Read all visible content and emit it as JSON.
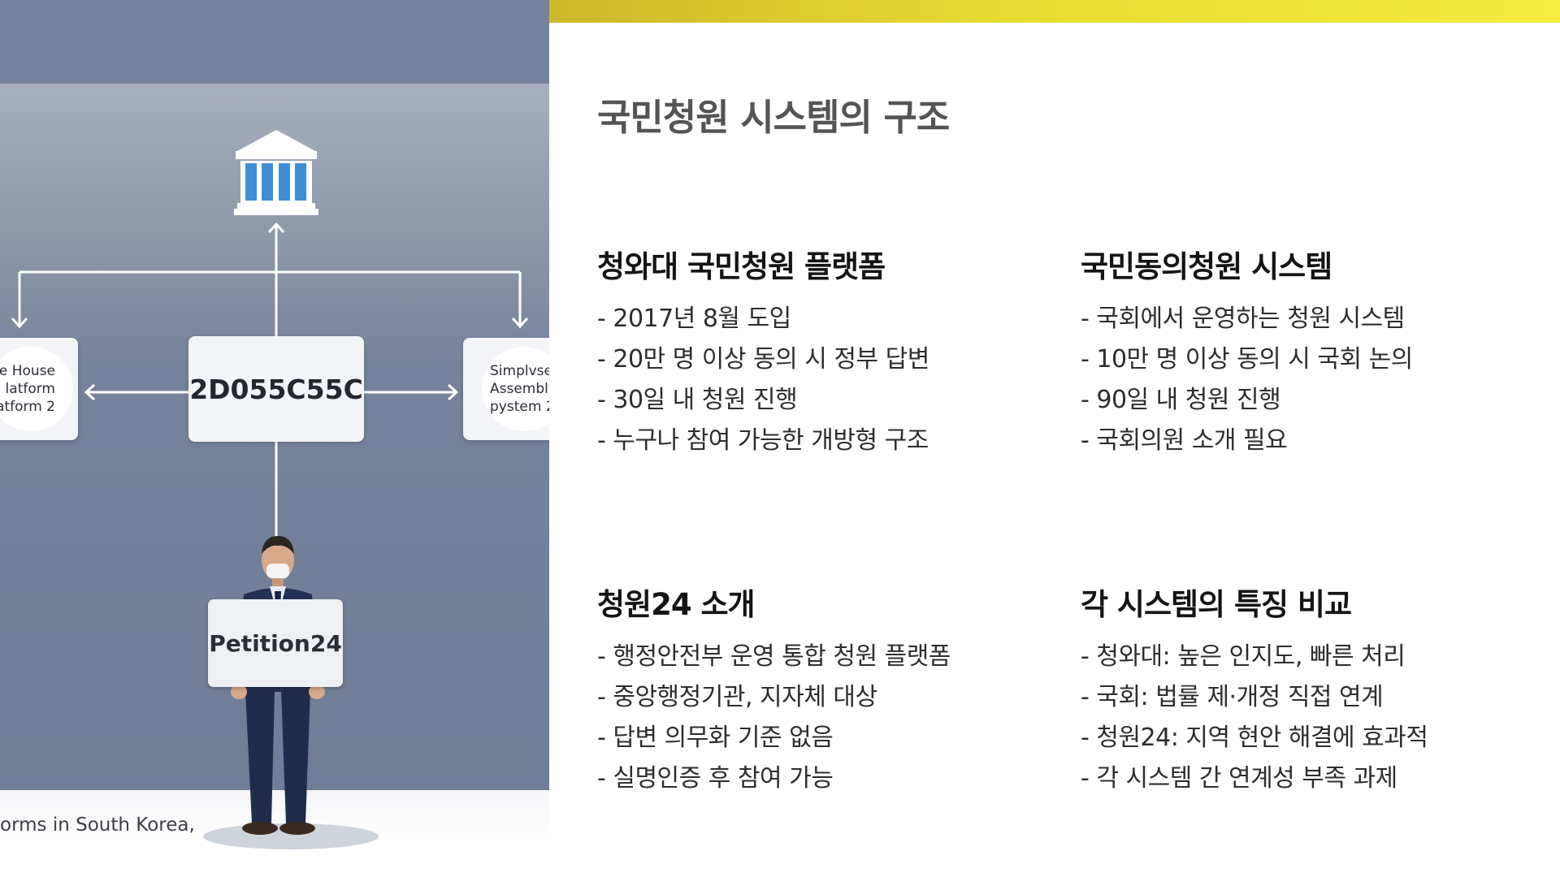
{
  "colors": {
    "accent_bar": "#e8dc33",
    "illustration_bg": "#75839c",
    "title_text": "#545454",
    "heading_text": "#141414",
    "body_text": "#2d2d2d"
  },
  "illustration": {
    "icon": "government-building-icon",
    "center_node": "\u001f2D0\u001f55C\u001f55C",
    "left_node": [
      "e House",
      "latform",
      "atform 2"
    ],
    "right_node": [
      "Simplvse",
      "Assembly",
      "pystem 2"
    ],
    "sign": "Petition24",
    "caption": "orms in South Korea,"
  },
  "title": "국민청원 시스템의 구조",
  "sections": [
    {
      "heading": "청와대 국민청원 플랫폼",
      "items": [
        "- 2017년 8월 도입",
        "- 20만 명 이상 동의 시 정부 답변",
        "- 30일 내 청원 진행",
        "- 누구나 참여 가능한 개방형 구조"
      ]
    },
    {
      "heading": "국민동의청원 시스템",
      "items": [
        "- 국회에서 운영하는 청원 시스템",
        "- 10만 명 이상 동의 시 국회 논의",
        "- 90일 내 청원 진행",
        "- 국회의원 소개 필요"
      ]
    },
    {
      "heading": "청원24 소개",
      "items": [
        "- 행정안전부 운영 통합 청원 플랫폼",
        "- 중앙행정기관, 지자체 대상",
        "- 답변 의무화 기준 없음",
        "- 실명인증 후 참여 가능"
      ]
    },
    {
      "heading": "각 시스템의 특징 비교",
      "items": [
        "- 청와대: 높은 인지도, 빠른 처리",
        "- 국회: 법률 제·개정 직접 연계",
        "- 청원24: 지역 현안 해결에 효과적",
        "- 각 시스템 간 연계성 부족 과제"
      ]
    }
  ]
}
